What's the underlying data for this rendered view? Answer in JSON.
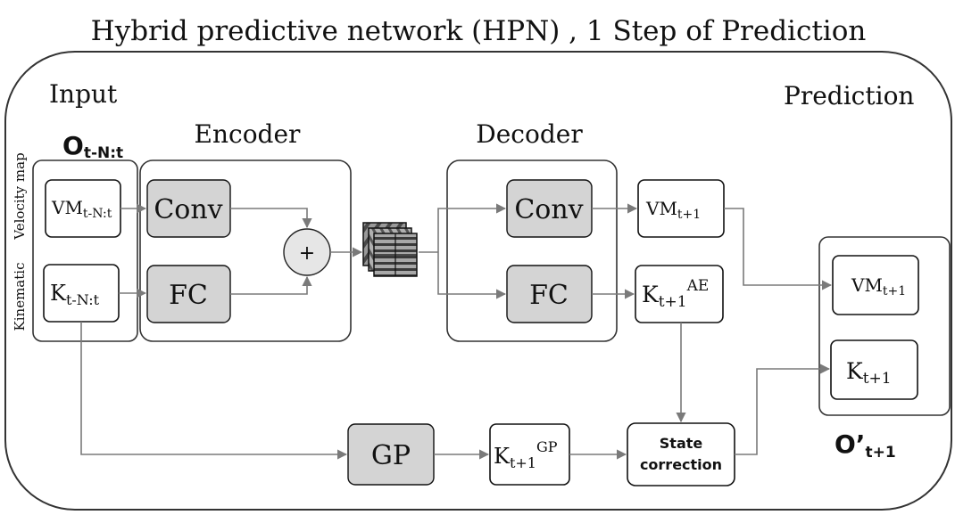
{
  "title": "Hybrid predictive network (HPN) , 1 Step of Prediction",
  "input_label": "Input",
  "prediction_label": "Prediction",
  "encoder_label": "Encoder",
  "decoder_label": "Decoder",
  "side_labels": {
    "velocity_map": "Velocity map",
    "kinematic": "Kinematic"
  },
  "input_group": {
    "base": "O",
    "sub": "t-N:t"
  },
  "output_group": {
    "base": "O’",
    "sub": "t+1"
  },
  "nodes": {
    "vm_input": {
      "base": "VM",
      "sub": "t-N:t"
    },
    "k_input": {
      "base": "K",
      "sub": "t-N:t"
    },
    "enc_conv": "Conv",
    "enc_fc": "FC",
    "sum_op": "+",
    "dec_conv": "Conv",
    "dec_fc": "FC",
    "vm_next": {
      "base": "VM",
      "sub": "t+1"
    },
    "k_next_ae": {
      "base": "K",
      "sub": "t+1",
      "sup": "AE"
    },
    "gp": "GP",
    "k_next_gp": {
      "base": "K",
      "sub": "t+1",
      "sup": "GP"
    },
    "state_correction": {
      "line1": "State",
      "line2": "correction"
    },
    "out_vm": {
      "base": "VM",
      "sub": "t+1"
    },
    "out_k": {
      "base": "K",
      "sub": "t+1"
    }
  }
}
